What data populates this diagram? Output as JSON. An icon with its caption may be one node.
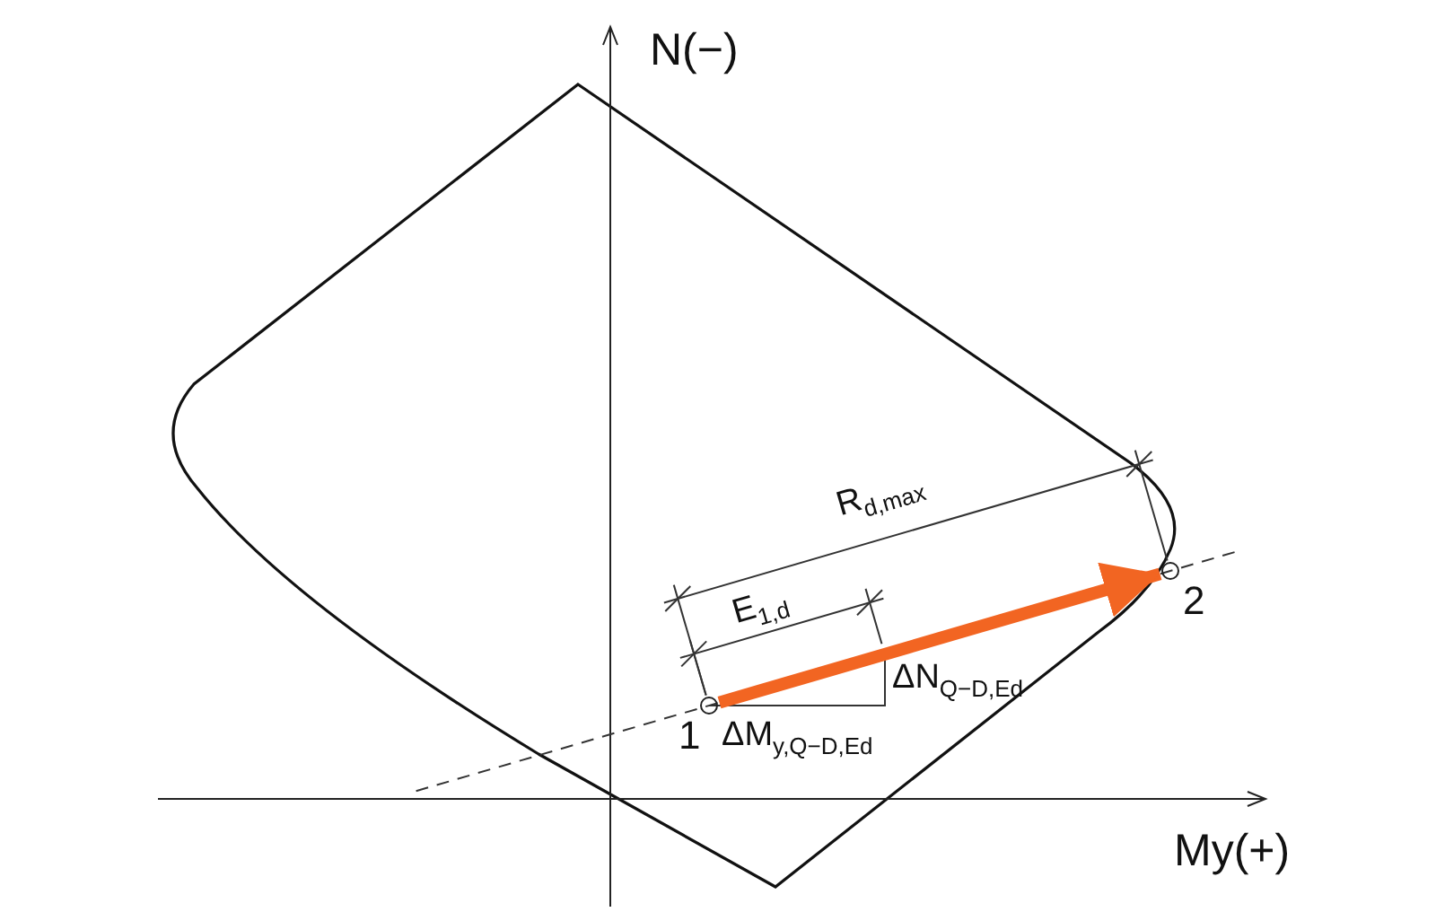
{
  "diagram": {
    "nodes": [
      {
        "text": [],
        "shape": "circle",
        "beside": [
          "1"
        ]
      },
      {
        "text": [],
        "shape": "circle",
        "beside": [
          "2"
        ]
      }
    ],
    "edges": [
      {
        "from": 0,
        "to": 1,
        "arrow": "to",
        "color": "#f26522"
      }
    ],
    "labels": [
      "N(−)",
      "R$_{d,max}$",
      "E$_{1,d}$",
      "ΔN$_{Q−D,Ed}$",
      "ΔM$_{y,Q−D,Ed}$",
      "My(+)"
    ]
  }
}
